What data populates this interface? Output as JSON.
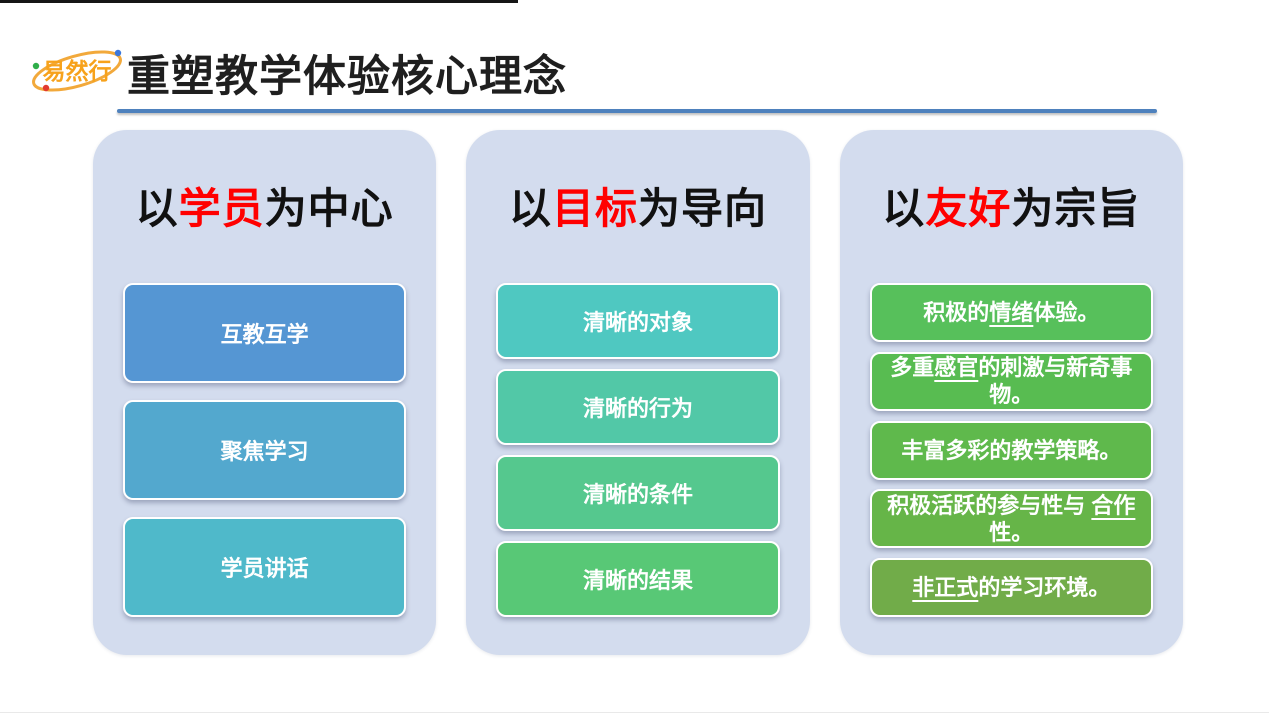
{
  "header": {
    "logo_text": "易然行",
    "title": "重塑教学体验核心理念"
  },
  "colors": {
    "accent_red": "#FF0000",
    "rule_blue": "#4E81BD",
    "panel_bg": "#D3DCEE",
    "logo_orange": "#F7A21B",
    "box_text": "#FFFFFF"
  },
  "columns": [
    {
      "heading": [
        {
          "t": "以"
        },
        {
          "t": "学员",
          "em": true
        },
        {
          "t": "为中心"
        }
      ],
      "boxes": [
        {
          "color": "#5596D3",
          "segments": [
            {
              "t": "互教互学"
            }
          ]
        },
        {
          "color": "#53A8CE",
          "segments": [
            {
              "t": "聚焦学习"
            }
          ]
        },
        {
          "color": "#4FB9CA",
          "segments": [
            {
              "t": "学员讲话"
            }
          ]
        }
      ]
    },
    {
      "heading": [
        {
          "t": "以"
        },
        {
          "t": "目标",
          "em": true
        },
        {
          "t": "为导向"
        }
      ],
      "boxes": [
        {
          "color": "#4FC8C1",
          "segments": [
            {
              "t": "清晰的对象"
            }
          ]
        },
        {
          "color": "#52C8A7",
          "segments": [
            {
              "t": "清晰的行为"
            }
          ]
        },
        {
          "color": "#55C88E",
          "segments": [
            {
              "t": "清晰的条件"
            }
          ]
        },
        {
          "color": "#58C876",
          "segments": [
            {
              "t": "清晰的结果"
            }
          ]
        }
      ]
    },
    {
      "heading": [
        {
          "t": "以"
        },
        {
          "t": "友好",
          "em": true
        },
        {
          "t": "为宗旨"
        }
      ],
      "boxes": [
        {
          "color": "#57C05B",
          "segments": [
            {
              "t": "积极的"
            },
            {
              "t": "情绪",
              "u": true
            },
            {
              "t": "体验。"
            }
          ]
        },
        {
          "color": "#58BC51",
          "segments": [
            {
              "t": "多重"
            },
            {
              "t": "感官",
              "u": true
            },
            {
              "t": "的刺激与新奇事物。"
            }
          ]
        },
        {
          "color": "#5FB94C",
          "segments": [
            {
              "t": "丰富多彩的教学策略。"
            }
          ]
        },
        {
          "color": "#66B548",
          "segments": [
            {
              "t": "积极活跃的参与性与 "
            },
            {
              "t": "合作",
              "u": true
            },
            {
              "t": "性。"
            }
          ]
        },
        {
          "color": "#71AC49",
          "segments": [
            {
              "t": "非正式",
              "u": true
            },
            {
              "t": "的学习环境。"
            }
          ]
        }
      ]
    }
  ]
}
